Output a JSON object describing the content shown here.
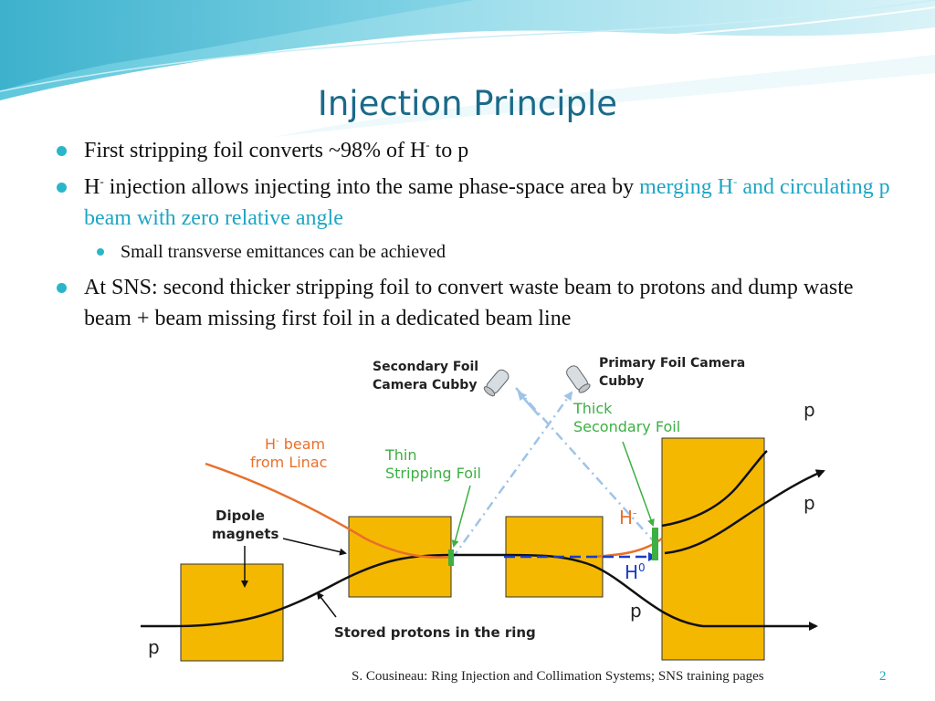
{
  "slide": {
    "title": "Injection Principle",
    "accent_color": "#2ab6c8",
    "bullets": [
      {
        "text_a": "First stripping foil converts ~98% of H",
        "sup": "-",
        "text_b": " to p"
      },
      {
        "text_a": "H",
        "sup": "-",
        "text_b": " injection allows injecting into the same phase-space area by ",
        "highlight_a": "merging H",
        "highlight_sup": "-",
        "highlight_b": " and circulating p beam with zero relative angle"
      },
      {
        "text": "At SNS: second thicker stripping foil to convert waste beam to protons and dump waste beam + beam missing first foil in a dedicated beam line"
      }
    ],
    "sub_bullet": "Small transverse emittances can be achieved",
    "footer": "S. Cousineau: Ring Injection and Collimation Systems; SNS training pages",
    "page_number": "2"
  },
  "diagram": {
    "labels": {
      "secondary_camera_1": "Secondary Foil",
      "secondary_camera_2": "Camera Cubby",
      "primary_camera_1": "Primary Foil Camera",
      "primary_camera_2": "Cubby",
      "thick_foil_1": "Thick",
      "thick_foil_2": "Secondary Foil",
      "hbeam_1": "H",
      "hbeam_sup": "-",
      "hbeam_1b": " beam",
      "hbeam_2": "from Linac",
      "thin_foil_1": "Thin",
      "thin_foil_2": "Stripping Foil",
      "dipole_1": "Dipole",
      "dipole_2": "magnets",
      "hminus": "H",
      "hminus_sup": "-",
      "h0": "H",
      "h0_sup": "0",
      "p_top": "p",
      "p_mid": "p",
      "p_low": "p",
      "p_left": "p",
      "stored": "Stored protons in the ring"
    },
    "colors": {
      "magnet": "#f5b800",
      "hminus_beam": "#e8702a",
      "foil": "#3cb043",
      "h0_beam": "#1a3cc8",
      "camera_path": "#9fc4e8"
    }
  }
}
